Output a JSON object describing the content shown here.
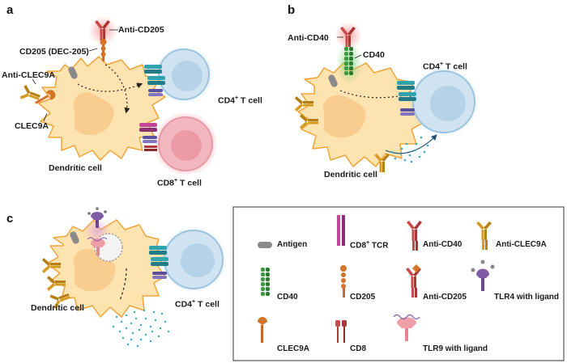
{
  "panels": {
    "a": {
      "letter": "a",
      "anti_cd205": "Anti-CD205",
      "cd205": "CD205 (DEC-205)",
      "anti_clec9a": "Anti-CLEC9A",
      "clec9a": "CLEC9A",
      "dendritic": "Dendritic cell",
      "cd4_main": "CD4",
      "cd4_sup": "+",
      "cd4_tail": " T cell",
      "cd8_main": "CD8",
      "cd8_sup": "+",
      "cd8_tail": " T cell"
    },
    "b": {
      "letter": "b",
      "anti_cd40": "Anti-CD40",
      "cd40": "CD40",
      "cd4_main": "CD4",
      "cd4_sup": "+",
      "cd4_tail": " T cell",
      "dendritic": "Dendritic cell"
    },
    "c": {
      "letter": "c",
      "dendritic": "Dendritic cell",
      "cd4_main": "CD4",
      "cd4_sup": "+",
      "cd4_tail": " T cell"
    }
  },
  "legend": {
    "antigen": "Antigen",
    "cd8_tcr_main": "CD8",
    "cd8_tcr_sup": "+",
    "cd8_tcr_tail": " TCR",
    "anti_cd40": "Anti-CD40",
    "anti_clec9a": "Anti-CLEC9A",
    "cd40": "CD40",
    "cd205": "CD205",
    "anti_cd205": "Anti-CD205",
    "tlr4": "TLR4 with ligand",
    "clec9a": "CLEC9A",
    "cd8": "CD8",
    "tlr9": "TLR9 with ligand"
  },
  "colors": {
    "dc_fill": "#fde3b0",
    "dc_stroke": "#f0a53a",
    "nucleus": "#f7c98a",
    "tcell_fill": "#cfe3f1",
    "tcell_stroke": "#9cc4e0",
    "cd8cell_fill": "#f3b7bf",
    "anti_red": "#c94a4a",
    "cd40_green": "#3c9a3f",
    "clec9a_orange": "#d3742a",
    "anti_clec9a_gold": "#d49a22",
    "tcr_magenta": "#c2459a",
    "tlr4_purple": "#7f5ba6",
    "tlr9_pink": "#ef9ea6",
    "cytokine_teal": "#3aaac0"
  }
}
